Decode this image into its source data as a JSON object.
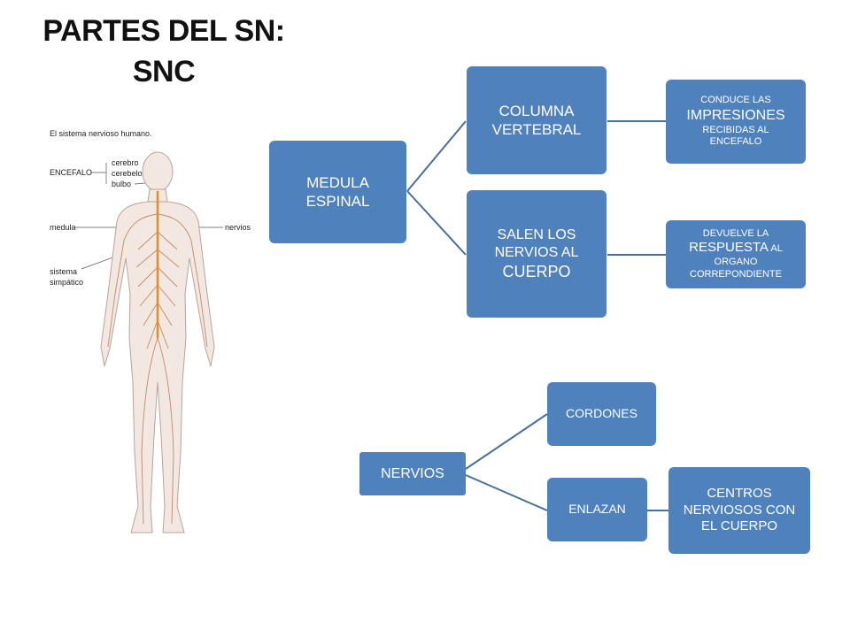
{
  "title": {
    "line1": "PARTES DEL SN:",
    "line2": "SNC"
  },
  "figure": {
    "caption": "El sistema nervioso humano.",
    "encefalo": "ENCEFALO",
    "cerebro": "cerebro",
    "cerebelo": "cerebelo",
    "bulbo": "bulbo",
    "medula": "medula",
    "nervios": "nervios",
    "sistema": "sistema",
    "simpatico": "simpático"
  },
  "diagram1": {
    "root": {
      "line1": "MEDULA",
      "line2": "ESPINAL"
    },
    "columna": {
      "line1": "COLUMNA",
      "line2": "VERTEBRAL"
    },
    "salen": {
      "line1": "SALEN LOS",
      "line2": "NERVIOS AL",
      "line3": "CUERPO"
    },
    "conduce": {
      "line1": "CONDUCE  LAS",
      "line2": "IMPRESIONES",
      "line3": "RECIBIDAS AL",
      "line4": "ENCEFALO"
    },
    "devuelve": {
      "line1": "DEVUELVE LA",
      "line2a": "RESPUESTA",
      "line2b": " AL",
      "line3": "ORGANO",
      "line4": "CORREPONDIENTE"
    }
  },
  "diagram2": {
    "root": "NERVIOS",
    "cordones": "CORDONES",
    "enlazan": "ENLAZAN",
    "centros": {
      "line1": "CENTROS",
      "line2": "NERVIOSOS CON",
      "line3": "EL CUERPO"
    }
  },
  "colors": {
    "box": "#4f81bd",
    "connector": "#4a6d99"
  }
}
